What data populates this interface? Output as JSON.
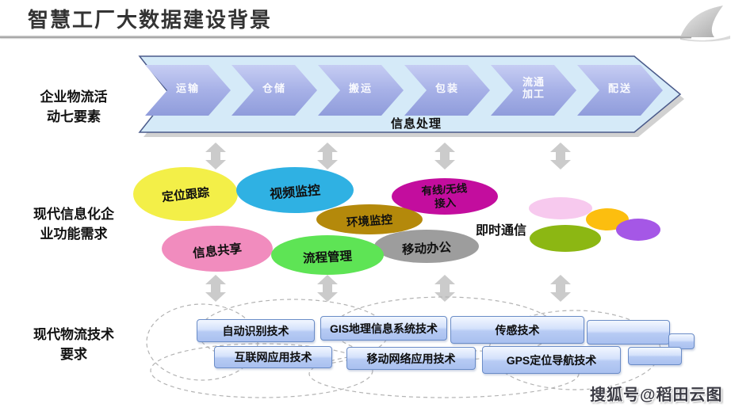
{
  "title": "智慧工厂大数据建设背景",
  "watermark": "搜狐号@稻田云图",
  "row_labels": {
    "logistics": {
      "line1": "企业物流活",
      "line2": "动七要素"
    },
    "info_needs": {
      "line1": "现代信息化企",
      "line2": "业功能需求"
    },
    "tech": {
      "line1": "现代物流技术",
      "line2": "要求"
    }
  },
  "process": {
    "banner": "信息处理",
    "steps": [
      {
        "label": "运输"
      },
      {
        "label": "仓储"
      },
      {
        "label": "搬运"
      },
      {
        "label": "包装"
      },
      {
        "line1": "流通",
        "line2": "加工"
      },
      {
        "label": "配送"
      }
    ]
  },
  "bubbles": [
    {
      "label": "定位跟踪",
      "color": "#f3ef48"
    },
    {
      "label": "视频监控",
      "color": "#2fb1e3"
    },
    {
      "label": "有线/无线",
      "label2": "接入",
      "color": "#c30d9e"
    },
    {
      "label": "环境监控",
      "color": "#b4890b"
    },
    {
      "label": "信息共享",
      "color": "#f18cbe"
    },
    {
      "label": "流程管理",
      "color": "#5ee455"
    },
    {
      "label": "移动办公",
      "color": "#9d9d9d"
    },
    {
      "label": "即时通信"
    }
  ],
  "small_bubbles": [
    {
      "color": "#f7c9ee"
    },
    {
      "color": "#fcbe0f"
    },
    {
      "color": "#a557e6"
    },
    {
      "color": "#8cb713"
    }
  ],
  "tech_buttons": [
    {
      "label": "自动识别技术"
    },
    {
      "label": "GIS地理信息系统技术"
    },
    {
      "label": "传感技术"
    },
    {
      "label": "互联网应用技术"
    },
    {
      "label": "移动网络应用技术"
    },
    {
      "label": "GPS定位导航技术"
    }
  ],
  "colors": {
    "process_container": "#d5eaf8",
    "process_container_border": "#4a5a8a",
    "double_arrow": "#cbcbcb",
    "cloud_outline": "#b3b3b3"
  }
}
